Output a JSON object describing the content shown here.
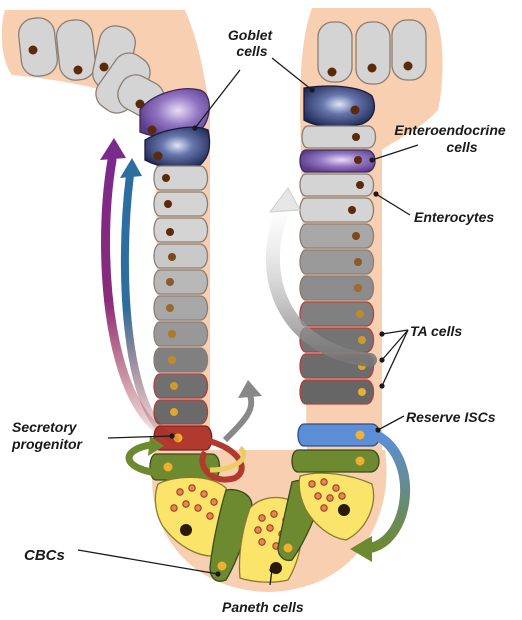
{
  "labels": {
    "goblet": [
      "Goblet",
      "cells"
    ],
    "enteroendocrine": [
      "Enteroendocrine",
      "cells"
    ],
    "enterocytes": "Enterocytes",
    "ta": "TA cells",
    "reserve": "Reserve ISCs",
    "secretory": [
      "Secretory",
      "progenitor"
    ],
    "cbcs": "CBCs",
    "paneth": "Paneth cells"
  },
  "colors": {
    "tissue": "#f8cfb0",
    "enterocyte": "#d4d4d4",
    "goblet": "#2e3b6a",
    "enteroendocrine": "#7a5aa8",
    "ta_cell": "#787878",
    "reserve_isc": "#5c8ed6",
    "cbc": "#6e8a30",
    "paneth": "#fbe46a",
    "secretory_progenitor": "#b03a2e",
    "arrow_purple": "#7a2a8a",
    "arrow_blue": "#2c6e9e",
    "arrow_grey": "#808080"
  }
}
